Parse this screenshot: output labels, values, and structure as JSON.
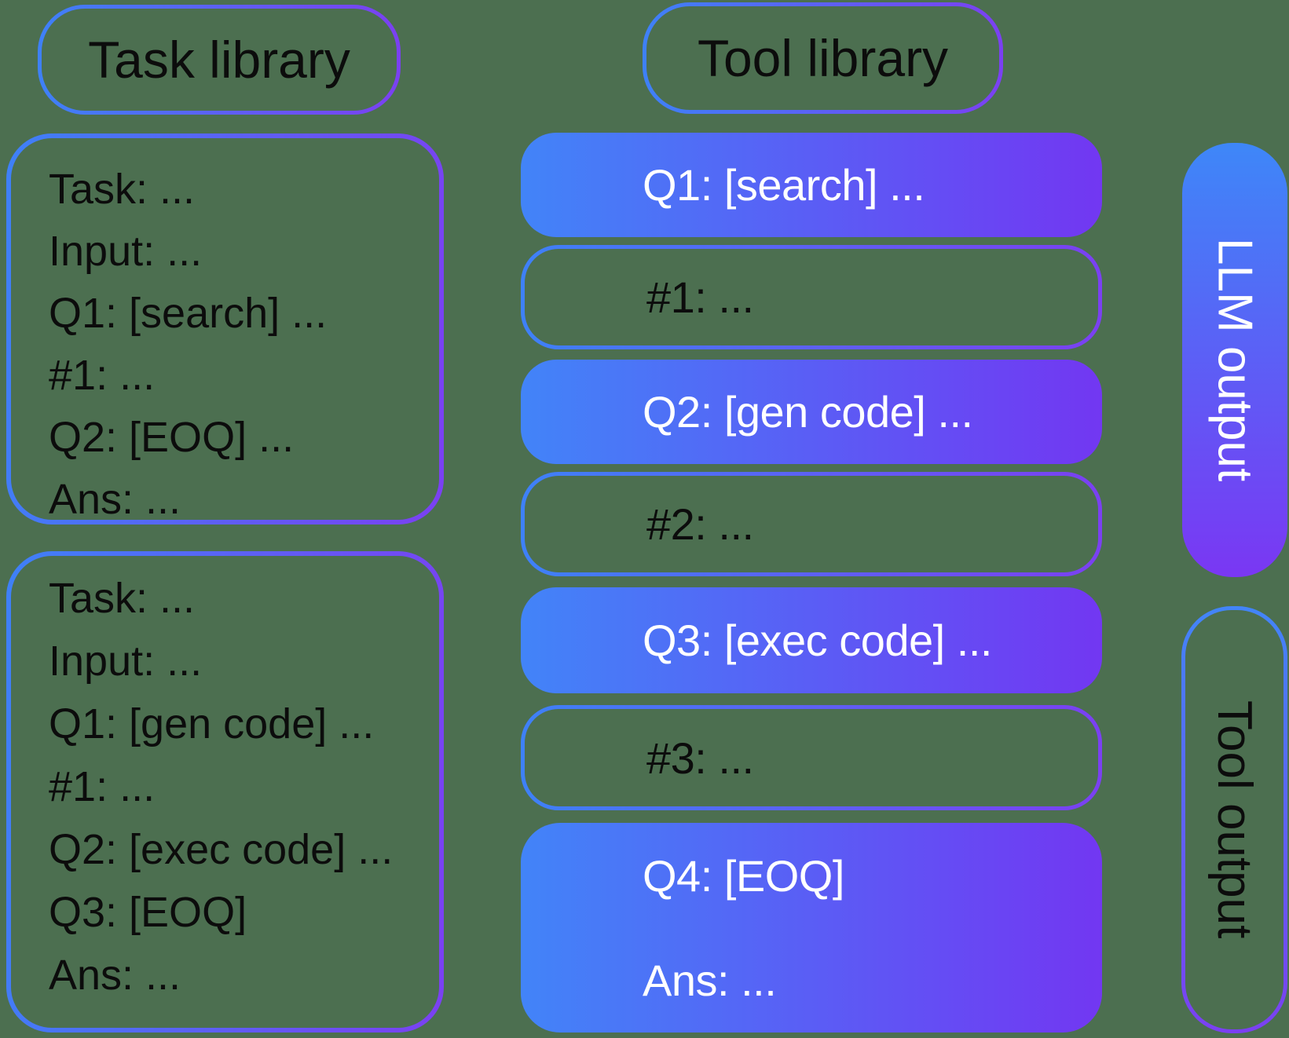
{
  "colors": {
    "background": "#4C6F50",
    "gradient_blue": "#4284F8",
    "gradient_purple": "#7237F2",
    "text_dark": "#0C0C0C",
    "text_light": "#FFFFFF"
  },
  "task_library": {
    "title": "Task library",
    "examples": [
      {
        "lines": [
          "Task: ...",
          "Input: ...",
          "Q1: [search] ...",
          "#1: ...",
          "Q2: [EOQ] ...",
          "Ans: ..."
        ]
      },
      {
        "lines": [
          "Task: ...",
          "Input: ...",
          "Q1: [gen code] ...",
          "#1: ...",
          "Q2: [exec code] ...",
          "Q3: [EOQ]",
          "Ans: ..."
        ]
      }
    ]
  },
  "tool_library": {
    "title": "Tool library",
    "steps": [
      {
        "kind": "llm",
        "text": "Q1: [search] ..."
      },
      {
        "kind": "tool",
        "text": "#1: ..."
      },
      {
        "kind": "llm",
        "text": "Q2: [gen code] ..."
      },
      {
        "kind": "tool",
        "text": "#2: ..."
      },
      {
        "kind": "llm",
        "text": "Q3: [exec code] ..."
      },
      {
        "kind": "tool",
        "text": "#3: ..."
      },
      {
        "kind": "llm",
        "lines": [
          "Q4: [EOQ]",
          "Ans: ..."
        ]
      }
    ]
  },
  "legend": {
    "llm_output": "LLM output",
    "tool_output": "Tool output"
  }
}
